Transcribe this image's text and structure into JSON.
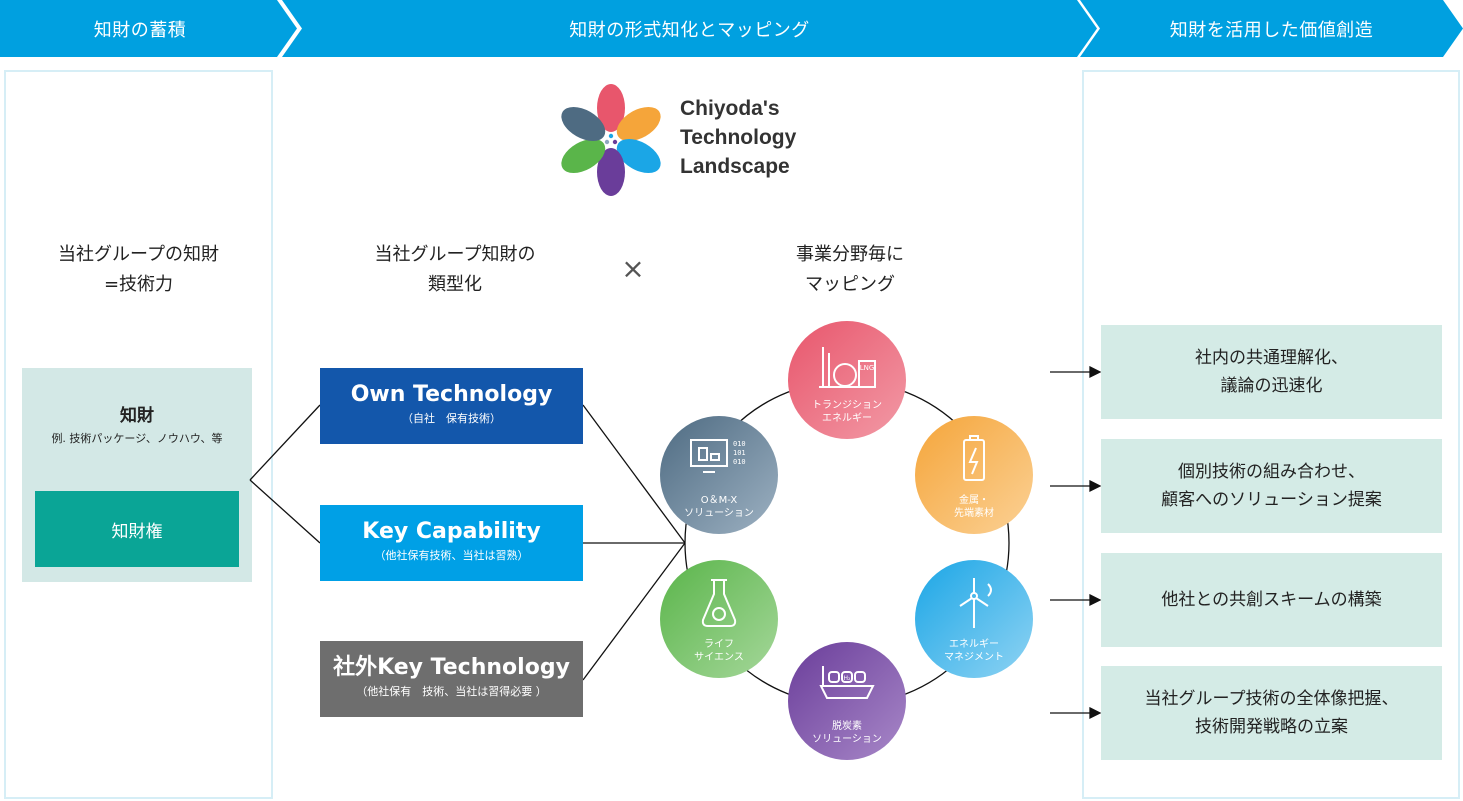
{
  "header": {
    "stage1": "知財の蓄積",
    "stage2": "知財の形式知化とマッピング",
    "stage3": "知財を活用した価値創造"
  },
  "colors": {
    "header_blue": "#00a0e0",
    "panel_border": "#d6eef6",
    "ip_box_bg": "#d3e8e6",
    "ip_right_box": "#0aa596",
    "own_tech": "#1357ab",
    "key_capability": "#00a0e6",
    "external_key_tech": "#6e6e6e",
    "value_box_bg": "#d4ebe6"
  },
  "logo": {
    "line1": "Chiyoda's",
    "line2": "Technology",
    "line3": "Landscape"
  },
  "left": {
    "heading": "当社グループの知財\n=技術力",
    "ip_title": "知財",
    "ip_example": "例. 技術パッケージ、ノウハウ、等",
    "ip_rights": "知財権"
  },
  "middle": {
    "categorize_heading": "当社グループ知財の\n類型化",
    "times_symbol": "×",
    "mapping_heading": "事業分野毎に\nマッピング",
    "tech_types": [
      {
        "title": "Own Technology",
        "subtitle": "（自社　保有技術）"
      },
      {
        "title": "Key Capability",
        "subtitle": "（他社保有技術、当社は習熟）"
      },
      {
        "title": "社外Key Technology",
        "subtitle": "（他社保有　技術、当社は習得必要 ）"
      }
    ],
    "domains": [
      {
        "label": "トランジション\nエネルギー",
        "icon": "lng-plant-icon",
        "color": "#e8566c"
      },
      {
        "label": "金属・\n先端素材",
        "icon": "battery-icon",
        "color": "#f5a53a"
      },
      {
        "label": "エネルギー\nマネジメント",
        "icon": "wind-turbine-icon",
        "color": "#1ba6e6"
      },
      {
        "label": "脱炭素\nソリューション",
        "icon": "hydrogen-ship-icon",
        "color": "#6a3d9a"
      },
      {
        "label": "ライフ\nサイエンス",
        "icon": "flask-icon",
        "color": "#5ab54a"
      },
      {
        "label": "O＆M-X\nソリューション",
        "icon": "monitor-data-icon",
        "color": "#4e6b82"
      }
    ],
    "monitor_binary": [
      "010",
      "101",
      "010"
    ],
    "lng_text": "LNG",
    "h2_text": "H₂"
  },
  "right": {
    "values": [
      "社内の共通理解化、\n議論の迅速化",
      "個別技術の組み合わせ、\n顧客へのソリューション提案",
      "他社との共創スキームの構築",
      "当社グループ技術の全体像把握、\n技術開発戦略の立案"
    ]
  }
}
